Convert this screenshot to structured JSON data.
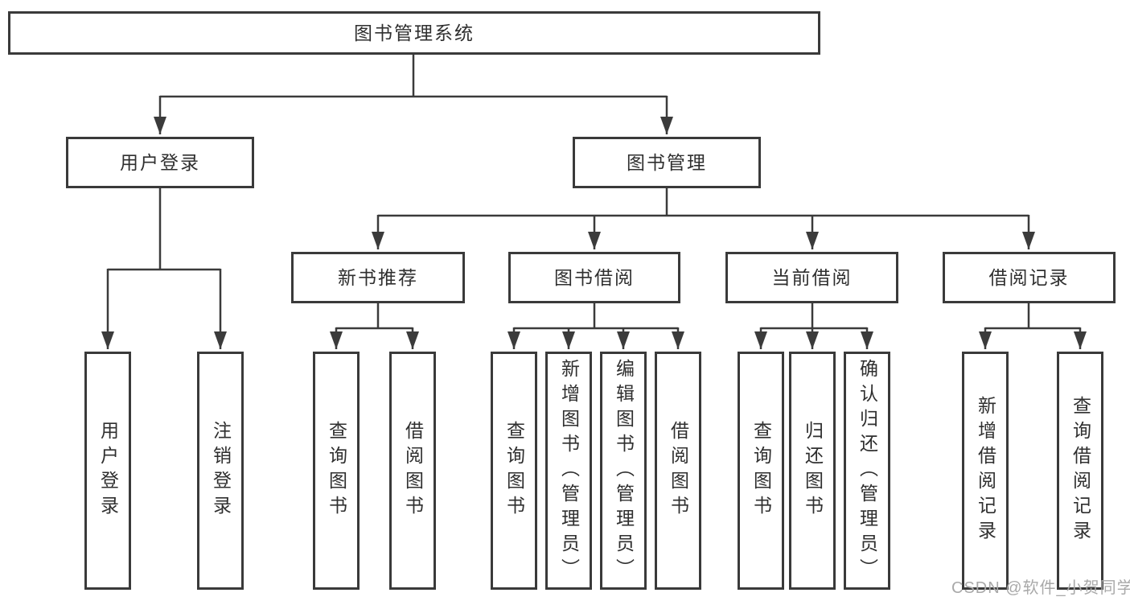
{
  "diagram": {
    "root": {
      "label": "图书管理系统"
    },
    "level2": {
      "user_login": "用户登录",
      "book_management": "图书管理"
    },
    "level3": {
      "new_book_recommend": "新书推荐",
      "book_borrow": "图书借阅",
      "current_borrow": "当前借阅",
      "borrow_records": "借阅记录"
    },
    "leaves": {
      "user_login": "用户登录",
      "logout": "注销登录",
      "recommend_query_books": "查询图书",
      "recommend_borrow_books": "借阅图书",
      "borrow_query_books": "查询图书",
      "borrow_add_books_admin": "新增图书（管理员）",
      "borrow_edit_books_admin": "编辑图书（管理员）",
      "borrow_borrow_books": "借阅图书",
      "current_query_books": "查询图书",
      "current_return_books": "归还图书",
      "current_confirm_return_admin": "确认归还（管理员）",
      "records_add_record": "新增借阅记录",
      "records_query_record": "查询借阅记录"
    }
  },
  "watermark": "CSDN @软件_小贺同学",
  "colors": {
    "line": "#3b3b3b",
    "box_border": "#3a3a3a",
    "text": "#2f2f2f",
    "background": "#ffffff",
    "watermark": "#a9a9a9"
  }
}
